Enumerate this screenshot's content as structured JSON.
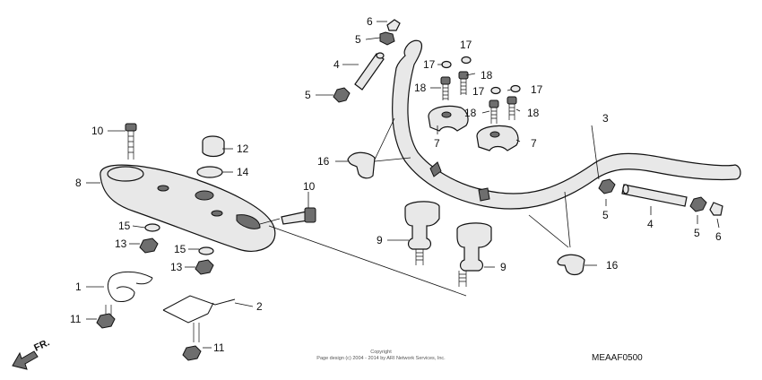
{
  "diagram": {
    "callouts": [
      {
        "id": "c6a",
        "text": "6"
      },
      {
        "id": "c5a",
        "text": "5"
      },
      {
        "id": "c4a",
        "text": "4"
      },
      {
        "id": "c5b",
        "text": "5"
      },
      {
        "id": "c17a",
        "text": "17"
      },
      {
        "id": "c17b",
        "text": "17"
      },
      {
        "id": "c18a",
        "text": "18"
      },
      {
        "id": "c18b",
        "text": "18"
      },
      {
        "id": "c17c",
        "text": "17"
      },
      {
        "id": "c17d",
        "text": "17"
      },
      {
        "id": "c18c",
        "text": "18"
      },
      {
        "id": "c18d",
        "text": "18"
      },
      {
        "id": "c7a",
        "text": "7"
      },
      {
        "id": "c7b",
        "text": "7"
      },
      {
        "id": "c3",
        "text": "3"
      },
      {
        "id": "c16a",
        "text": "16"
      },
      {
        "id": "c10a",
        "text": "10"
      },
      {
        "id": "c12",
        "text": "12"
      },
      {
        "id": "c14",
        "text": "14"
      },
      {
        "id": "c8",
        "text": "8"
      },
      {
        "id": "c10b",
        "text": "10"
      },
      {
        "id": "c15a",
        "text": "15"
      },
      {
        "id": "c13a",
        "text": "13"
      },
      {
        "id": "c15b",
        "text": "15"
      },
      {
        "id": "c13b",
        "text": "13"
      },
      {
        "id": "c9a",
        "text": "9"
      },
      {
        "id": "c9b",
        "text": "9"
      },
      {
        "id": "c5c",
        "text": "5"
      },
      {
        "id": "c4b",
        "text": "4"
      },
      {
        "id": "c5d",
        "text": "5"
      },
      {
        "id": "c6b",
        "text": "6"
      },
      {
        "id": "c16b",
        "text": "16"
      },
      {
        "id": "c1",
        "text": "1"
      },
      {
        "id": "c2",
        "text": "2"
      },
      {
        "id": "c11a",
        "text": "11"
      },
      {
        "id": "c11b",
        "text": "11"
      }
    ],
    "direction_label": "FR.",
    "copyright_line1": "Copyright",
    "copyright_line2": "Page design (c) 2004 - 2014 by ARI Network Services, Inc.",
    "diagram_code": "MEAAF0500"
  },
  "colors": {
    "ink": "#111111",
    "part_fill": "#e8e8e8",
    "shade": "#6e6e6e"
  }
}
